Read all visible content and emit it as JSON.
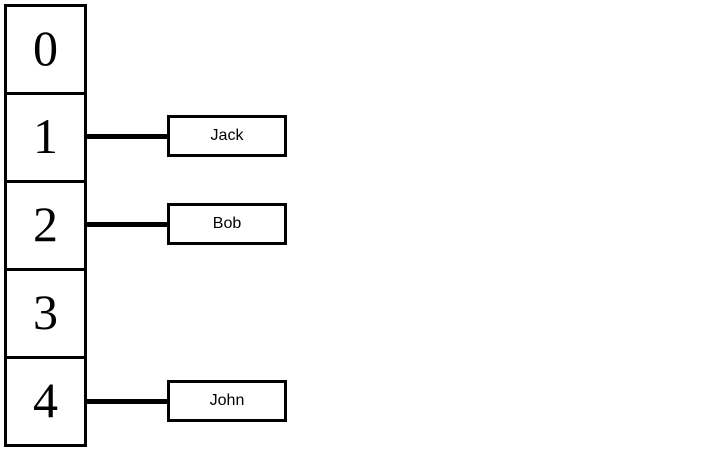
{
  "diagram": {
    "title": "array-with-pointers",
    "colors": {
      "stroke": "#000000",
      "background": "#ffffff",
      "cell_fill": "#ffffff"
    },
    "array": {
      "cells": [
        {
          "index": "0",
          "value": null
        },
        {
          "index": "1",
          "value": "Jack"
        },
        {
          "index": "2",
          "value": "Bob"
        },
        {
          "index": "3",
          "value": null
        },
        {
          "index": "4",
          "value": "John"
        }
      ]
    },
    "pointers": [
      {
        "from_index": "1",
        "to_value": "Jack"
      },
      {
        "from_index": "2",
        "to_value": "Bob"
      },
      {
        "from_index": "4",
        "to_value": "John"
      }
    ]
  }
}
